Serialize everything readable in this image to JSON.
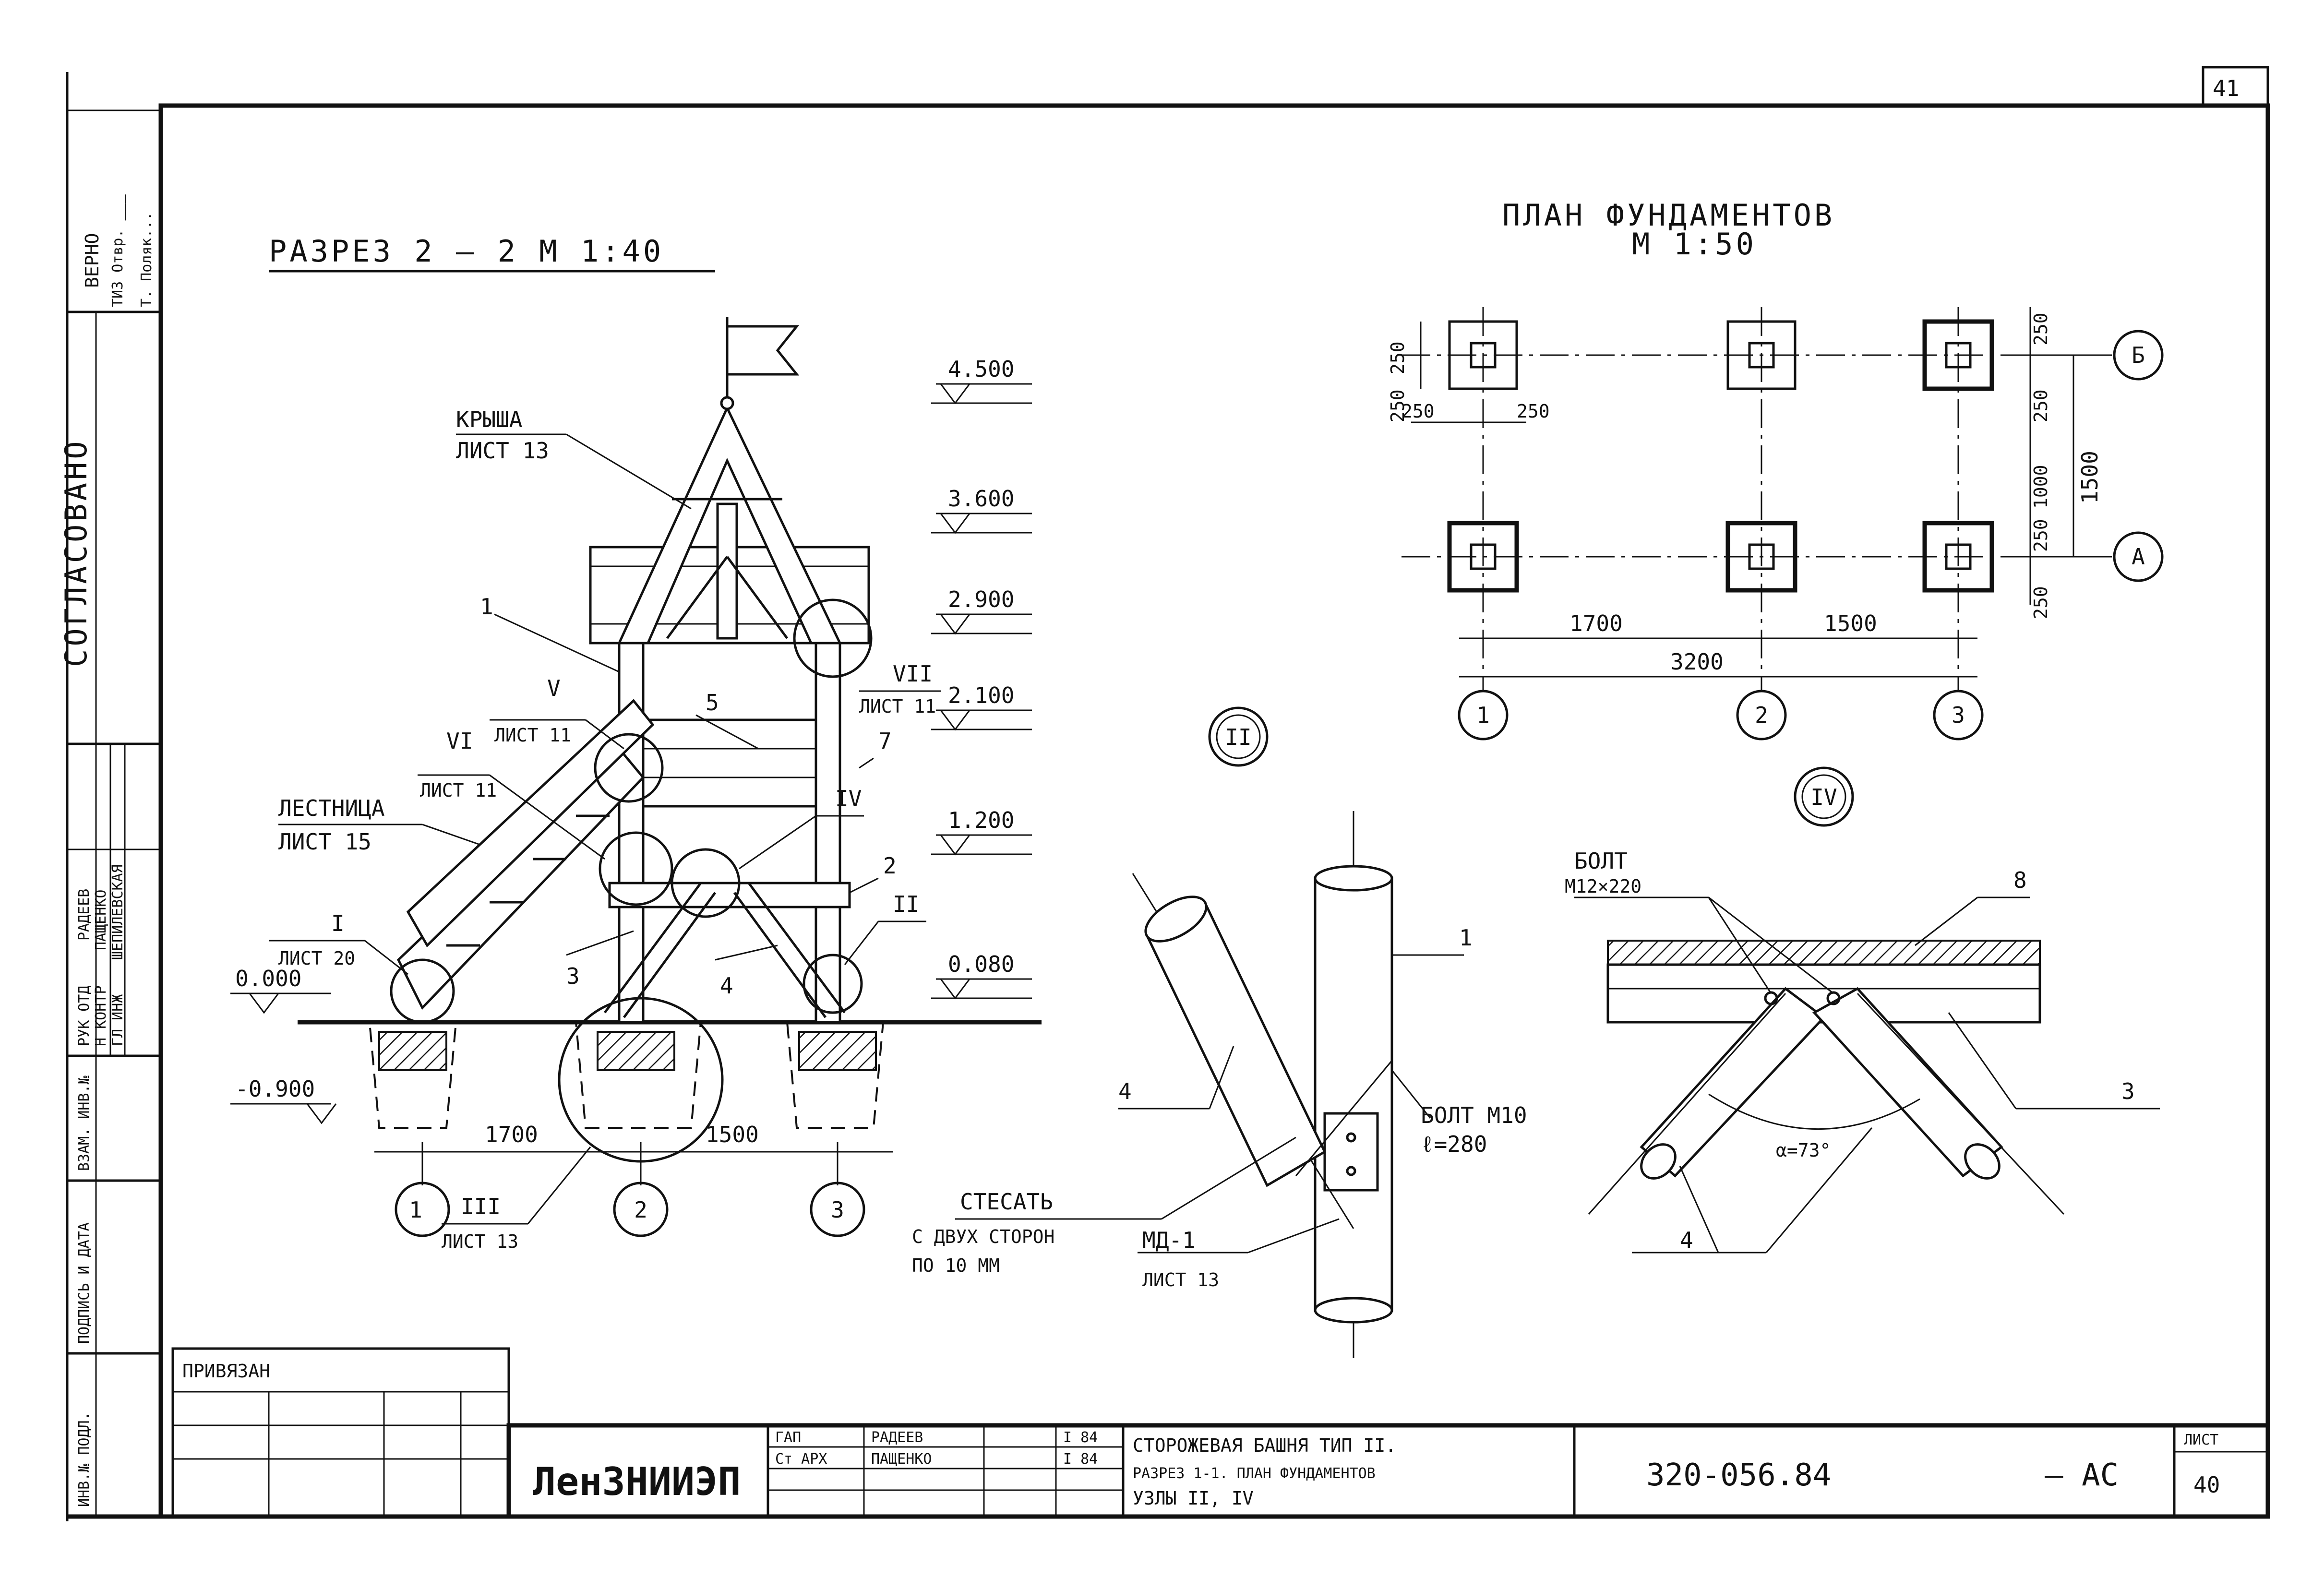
{
  "sheet_corner_number": "41",
  "stamp": {
    "line1": "ВЕРНО",
    "line2": "ТИЗ Отвр. ___",
    "line3": "Т. Поляк..."
  },
  "left_strip": {
    "agreed": "СОГЛАСОВАНО",
    "roles": [
      "РУК ОТД",
      "Н КОНТР",
      "ГЛ ИНЖ"
    ],
    "names": [
      "РАДЕЕВ",
      "ПАЩЕНКО",
      "ШЕПИЛЕВСКАЯ"
    ],
    "fields": [
      "ВЗАМ. ИНВ.№",
      "ПОДПИСЬ И ДАТА",
      "ИНВ.№ ПОДЛ."
    ]
  },
  "section": {
    "title": "РАЗРЕЗ   2 – 2    М 1:40",
    "levels": [
      "4.500",
      "3.600",
      "2.900",
      "2.100",
      "1.200",
      "0.080",
      "0.000",
      "-0.900"
    ],
    "roof_label": "КРЫША",
    "roof_ref": "ЛИСТ 13",
    "stair_label": "ЛЕСТНИЦА",
    "stair_ref": "ЛИСТ 15",
    "callouts": [
      {
        "num": "V",
        "ref": "ЛИСТ 11"
      },
      {
        "num": "VI",
        "ref": "ЛИСТ 11"
      },
      {
        "num": "VII",
        "ref": "ЛИСТ 11"
      },
      {
        "num": "IV",
        "ref": ""
      },
      {
        "num": "II",
        "ref": ""
      },
      {
        "num": "I",
        "ref": "ЛИСТ 20"
      },
      {
        "num": "III",
        "ref": "ЛИСТ 13"
      }
    ],
    "marks": [
      "1",
      "5",
      "7",
      "2",
      "3",
      "4"
    ],
    "dims": [
      "1700",
      "1500"
    ],
    "axes": [
      "1",
      "2",
      "3"
    ]
  },
  "plan": {
    "title": "ПЛАН  ФУНДАМЕНТОВ",
    "scale": "М 1:50",
    "dims_top": [
      "250",
      "250",
      "250",
      "250"
    ],
    "dims_right": [
      "250",
      "250",
      "1000",
      "250",
      "250",
      "1500"
    ],
    "dims_bottom": [
      "1700",
      "1500",
      "3200"
    ],
    "axes_h": [
      "1",
      "2",
      "3"
    ],
    "axes_v": [
      "Б",
      "А"
    ]
  },
  "node2": {
    "num": "II",
    "marks": [
      "1",
      "4"
    ],
    "bolt": "БОЛТ М10",
    "bolt_len": "ℓ=280",
    "cut_note": [
      "СТЕСАТЬ",
      "С ДВУХ СТОРОН",
      "ПО 10 ММ"
    ],
    "md": "МД-1",
    "md_ref": "ЛИСТ 13"
  },
  "node4": {
    "num": "IV",
    "bolt": "БОЛТ",
    "bolt_size": "М12×220",
    "angle": "α=73°",
    "marks": [
      "8",
      "3",
      "4"
    ]
  },
  "title_block": {
    "bound": "ПРИВЯЗАН",
    "org": "ЛенЗНИИЭП",
    "roles": [
      "ГАП",
      "Ст АРХ"
    ],
    "names": [
      "РАДЕЕВ",
      "ПАЩЕНКО"
    ],
    "dates": [
      "I 84",
      "I 84"
    ],
    "desc": [
      "СТОРОЖЕВАЯ БАШНЯ ТИП II.",
      "РАЗРЕЗ 1-1. ПЛАН ФУНДАМЕНТОВ",
      "УЗЛЫ II, IV"
    ],
    "code": "320-056.84",
    "suffix": "– АС",
    "sheet_label": "ЛИСТ",
    "sheet_num": "40"
  }
}
